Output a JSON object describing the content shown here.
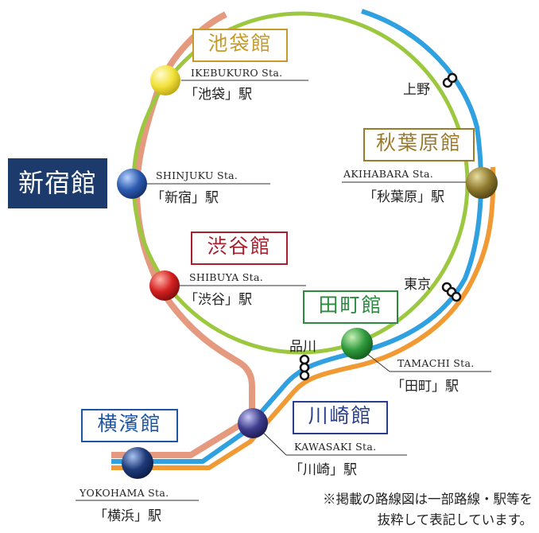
{
  "colors": {
    "yamanote": "#9cc83f",
    "keihin_tohoku": "#2fa0e0",
    "tokaido": "#f19a33",
    "saikyo_shonan": "#e59a80",
    "shinjuku_box": "#1d3a6d"
  },
  "facilities": {
    "ikebukuro": {
      "name": "池袋館",
      "color": "#c79b2a",
      "sta_en": "IKEBUKURO Sta.",
      "sta_jp": "「池袋」駅",
      "marker_color": "#f3e23c"
    },
    "shinjuku": {
      "name": "新宿館",
      "sta_en": "SHINJUKU Sta.",
      "sta_jp": "「新宿」駅",
      "marker_color": "#2c5bb0"
    },
    "shibuya": {
      "name": "渋谷館",
      "color": "#a8202d",
      "sta_en": "SHIBUYA Sta.",
      "sta_jp": "「渋谷」駅",
      "marker_color": "#d42020"
    },
    "akihabara": {
      "name": "秋葉原館",
      "color": "#9c7a2c",
      "sta_en": "AKIHABARA Sta.",
      "sta_jp": "「秋葉原」駅",
      "marker_color": "#8f7a2e"
    },
    "tamachi": {
      "name": "田町館",
      "color": "#2a8a3d",
      "sta_en": "TAMACHI Sta.",
      "sta_jp": "「田町」駅",
      "marker_color": "#2f9a3c"
    },
    "kawasaki": {
      "name": "川崎館",
      "color": "#2a3f8c",
      "sta_en": "KAWASAKI Sta.",
      "sta_jp": "「川崎」駅",
      "marker_color": "#3e3d8f"
    },
    "yokohama": {
      "name": "横濱館",
      "color": "#1f56a3",
      "sta_en": "YOKOHAMA Sta.",
      "sta_jp": "「横浜」駅",
      "marker_color": "#1e3a7a"
    }
  },
  "stations": {
    "ueno": "上野",
    "tokyo": "東京",
    "shinagawa": "品川"
  },
  "note": {
    "line1": "※掲載の路線図は一部路線・駅等を",
    "line2": "抜粋して表記しています。"
  }
}
